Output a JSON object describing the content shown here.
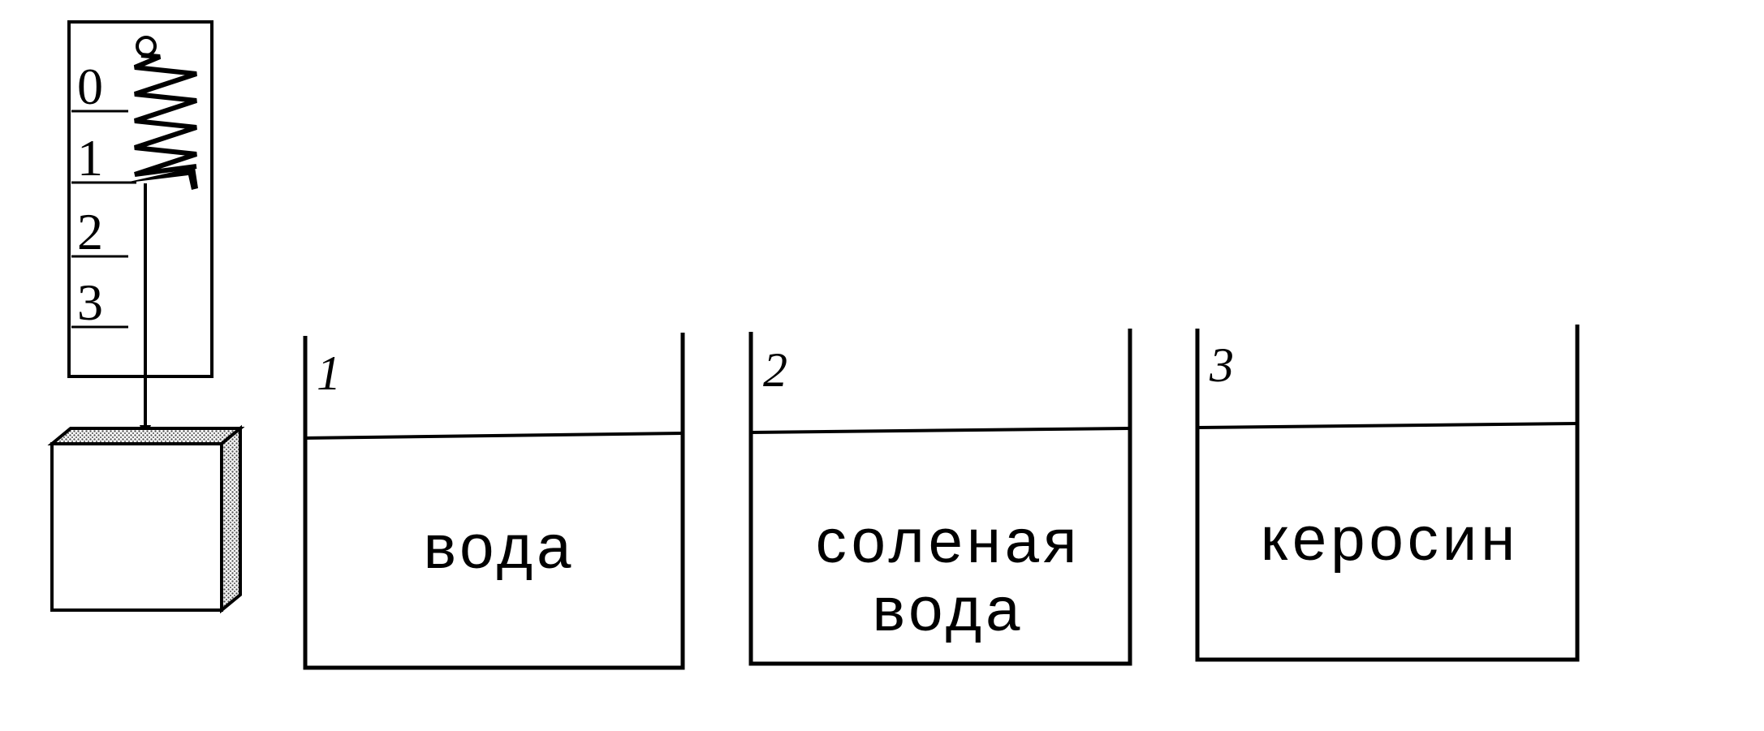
{
  "dynamometer": {
    "scale_labels": [
      "0",
      "1",
      "2",
      "3"
    ]
  },
  "vessels": [
    {
      "number": "1",
      "label_lines": [
        "вода"
      ]
    },
    {
      "number": "2",
      "label_lines": [
        "соленая",
        "вода"
      ]
    },
    {
      "number": "3",
      "label_lines": [
        "керосин"
      ]
    }
  ],
  "colors": {
    "ink": "#000000",
    "block_shading": "#bdbdbd"
  }
}
